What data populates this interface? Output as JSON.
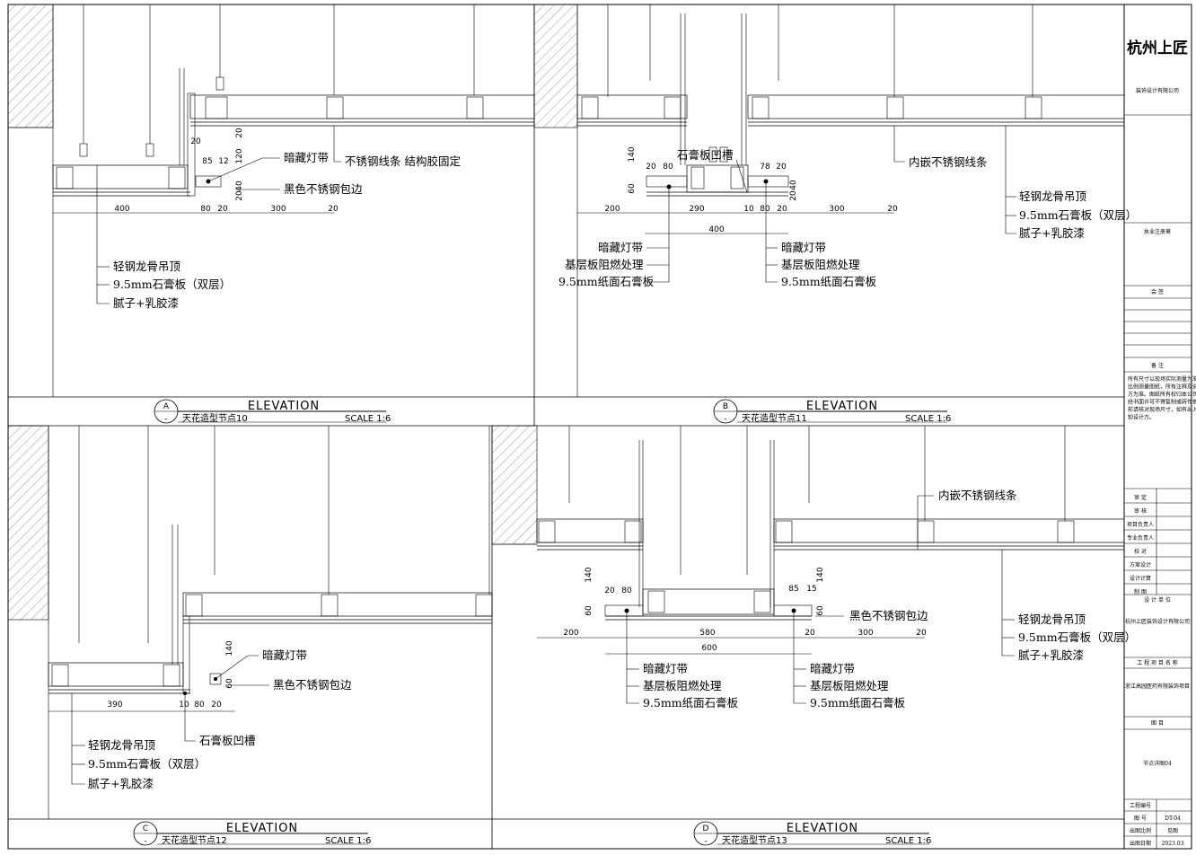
{
  "company": {
    "name": "杭州上匠",
    "full_name": "装饰设计有限公司"
  },
  "panels": [
    {
      "letter": "A",
      "sub_mark": "-",
      "title": "ELEVATION",
      "node_name": "天花造型节点10",
      "scale": "SCALE 1:6",
      "labels": [
        "暗藏灯带",
        "不锈钢线条 结构胶固定",
        "黑色不锈钢包边",
        "轻钢龙骨吊顶",
        "9.5mm石膏板（双层）",
        "腻子+乳胶漆"
      ],
      "dims": [
        "400",
        "80",
        "20",
        "300",
        "20",
        "20",
        "85",
        "12",
        "20",
        "40",
        "20",
        "120",
        "20"
      ]
    },
    {
      "letter": "B",
      "sub_mark": "-",
      "title": "ELEVATION",
      "node_name": "天花造型节点11",
      "scale": "SCALE 1:6",
      "labels": [
        "石膏板凹槽",
        "内嵌不锈钢线条",
        "轻钢龙骨吊顶",
        "9.5mm石膏板（双层）",
        "腻子+乳胶漆",
        "暗藏灯带",
        "基层板阻燃处理",
        "9.5mm纸面石膏板",
        "暗藏灯带",
        "基层板阻燃处理",
        "9.5mm纸面石膏板"
      ],
      "dims": [
        "200",
        "290",
        "10",
        "80",
        "20",
        "300",
        "20",
        "400",
        "140",
        "20",
        "80",
        "60",
        "78",
        "20",
        "20",
        "40"
      ]
    },
    {
      "letter": "C",
      "sub_mark": "-",
      "title": "ELEVATION",
      "node_name": "天花造型节点12",
      "scale": "SCALE 1:6",
      "labels": [
        "暗藏灯带",
        "黑色不锈钢包边",
        "石膏板凹槽",
        "轻钢龙骨吊顶",
        "9.5mm石膏板（双层）",
        "腻子+乳胶漆"
      ],
      "dims": [
        "390",
        "10",
        "80",
        "20",
        "140",
        "60"
      ]
    },
    {
      "letter": "D",
      "sub_mark": "-",
      "title": "ELEVATION",
      "node_name": "天花造型节点13",
      "scale": "SCALE 1:6",
      "labels": [
        "内嵌不锈钢线条",
        "黑色不锈钢包边",
        "轻钢龙骨吊顶",
        "9.5mm石膏板（双层）",
        "腻子+乳胶漆",
        "暗藏灯带",
        "基层板阻燃处理",
        "9.5mm纸面石膏板",
        "暗藏灯带",
        "基层板阻燃处理",
        "9.5mm纸面石膏板"
      ],
      "dims": [
        "200",
        "580",
        "20",
        "300",
        "20",
        "600",
        "140",
        "20",
        "80",
        "60",
        "85",
        "15",
        "140",
        "60"
      ]
    }
  ],
  "title_block": {
    "stamp_label": "执业注册章",
    "sign_label": "会 签",
    "notes_label": "备 注",
    "notes_text": "所有尺寸以现场实际测量为准。请依据比例测量图纸，所有注释及说明以设计方为准。图纸所有权归本公司所有，未经书面许可不得复制或转作他用。施工前请核对现场尺寸，如有出入请及时通知设计方。",
    "roles": [
      "审 定",
      "审 核",
      "项目负责人",
      "专业负责人",
      "校 对",
      "方案设计",
      "设计计算",
      "制 图"
    ],
    "design_unit_label": "设 计 单 位",
    "design_unit": "杭州上匠装饰设计有限公司",
    "project_label": "工 程 项 目 名 称",
    "project": "浙江高园医药有限装饰项目",
    "drawing_label": "图 目",
    "drawing": "节点详图04",
    "fields": [
      {
        "k": "工程编号",
        "v": ""
      },
      {
        "k": "图 号",
        "v": "DT-04"
      },
      {
        "k": "出图比例",
        "v": "见图"
      },
      {
        "k": "出图日期",
        "v": "2023.03"
      }
    ]
  }
}
